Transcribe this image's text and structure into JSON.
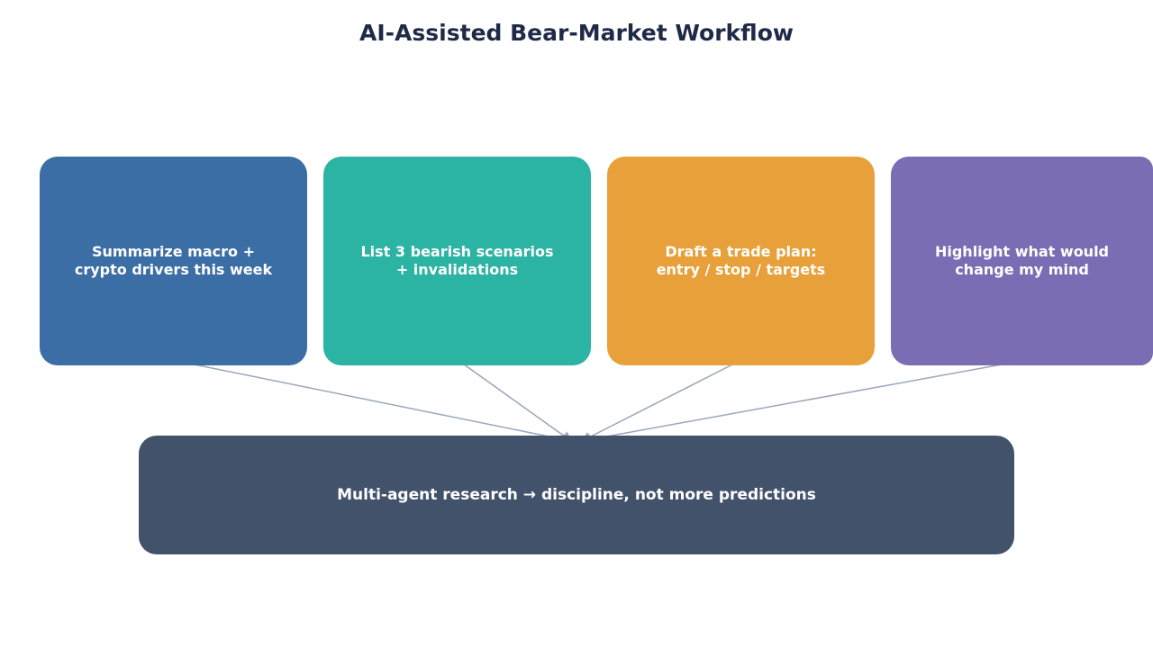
{
  "title": "AI-Assisted Bear-Market Workflow",
  "steps": [
    {
      "label": "Summarize macro +\ncrypto drivers this week",
      "color": "#3b6ea5"
    },
    {
      "label": "List 3 bearish scenarios\n+ invalidations",
      "color": "#2bb3a3"
    },
    {
      "label": "Draft a trade plan:\nentry / stop / targets",
      "color": "#e8a03a"
    },
    {
      "label": "Highlight what would\nchange my mind",
      "color": "#7b6cb3"
    }
  ],
  "result": {
    "label": "Multi-agent research → discipline, not more predictions",
    "color": "#43526b"
  },
  "connector_color": "#9aa6b8"
}
